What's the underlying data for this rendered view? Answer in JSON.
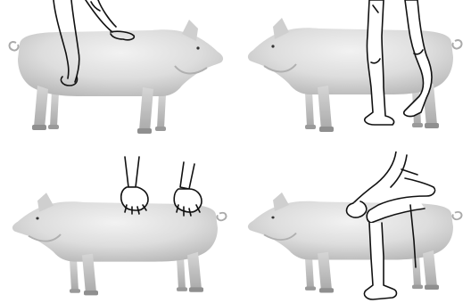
{
  "image": {
    "panels": [
      {
        "id": "top-left",
        "pig_facing": "right",
        "pose": "hand-on-back-arm-over"
      },
      {
        "id": "top-right",
        "pig_facing": "left",
        "pose": "legs-standing-behind"
      },
      {
        "id": "bottom-left",
        "pig_facing": "left",
        "pose": "two-hands-pressing-back"
      },
      {
        "id": "bottom-right",
        "pig_facing": "left",
        "pose": "person-seated-on-pig"
      }
    ],
    "colors": {
      "background": "#ffffff",
      "pig_light": "#e7e7e7",
      "pig_mid": "#cfcfcf",
      "pig_dark": "#9a9a9a",
      "line": "#111111"
    }
  }
}
